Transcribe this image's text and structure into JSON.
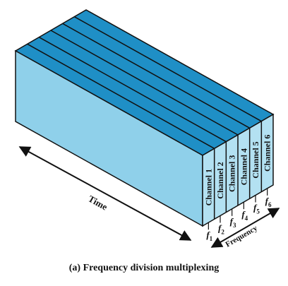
{
  "diagram": {
    "channels": [
      "Channel 1",
      "Channel 2",
      "Channel 3",
      "Channel 4",
      "Channel 5",
      "Channel 6"
    ],
    "frequencies": [
      "1",
      "2",
      "3",
      "4",
      "5",
      "6"
    ],
    "freq_symbol": "f",
    "time_label": "Time",
    "frequency_label": "Frequency",
    "caption": "(a) Frequency division multiplexing",
    "colors": {
      "top": "#1f8fc6",
      "left_face": "#8fd0ea",
      "front_face": "#b3e1f2",
      "outline": "#111111"
    }
  }
}
